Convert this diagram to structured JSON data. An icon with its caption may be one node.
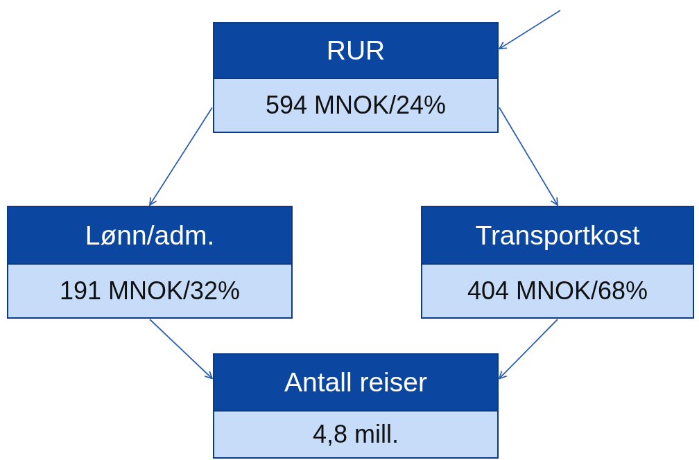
{
  "diagram": {
    "nodes": [
      {
        "text": [
          "RUR",
          "594 MNOK/24%"
        ]
      },
      {
        "text": [
          "Lønn/adm.",
          "191 MNOK/32%"
        ]
      },
      {
        "text": [
          "Transportkost",
          "404 MNOK/68%"
        ]
      },
      {
        "text": [
          "Antall reiser",
          "4,8 mill."
        ]
      }
    ],
    "edges": [
      {
        "from": null,
        "to": 0,
        "arrow": "to"
      },
      {
        "from": 0,
        "to": 1,
        "arrow": "to"
      },
      {
        "from": 0,
        "to": 2,
        "arrow": "to"
      },
      {
        "from": 1,
        "to": 3,
        "arrow": "to"
      },
      {
        "from": 2,
        "to": 3,
        "arrow": "to"
      }
    ]
  }
}
